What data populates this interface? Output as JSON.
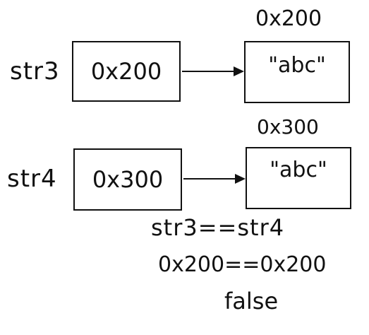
{
  "row1": {
    "var_label": "str3",
    "ref_value": "0x200",
    "obj_address": "0x200",
    "obj_value": "\"abc\""
  },
  "row2": {
    "var_label": "str4",
    "ref_value": "0x300",
    "obj_address": "0x300",
    "obj_value": "\"abc\""
  },
  "notes": {
    "comparison": "str3==str4",
    "address_comparison": "0x200==0x200",
    "result": "false"
  }
}
